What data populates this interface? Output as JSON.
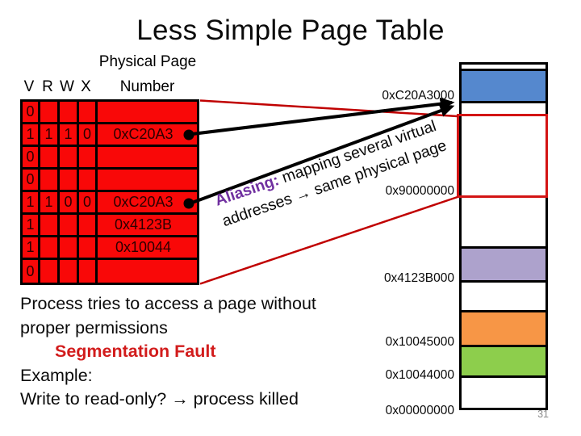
{
  "title": "Less Simple Page Table",
  "page_table": {
    "header_top": "Physical Page",
    "col_headers": [
      "V",
      "R",
      "W",
      "X",
      "Number"
    ],
    "rows": [
      {
        "v": "0",
        "r": "",
        "w": "",
        "x": "",
        "ppn": ""
      },
      {
        "v": "1",
        "r": "1",
        "w": "1",
        "x": "0",
        "ppn": "0xC20A3"
      },
      {
        "v": "0",
        "r": "",
        "w": "",
        "x": "",
        "ppn": ""
      },
      {
        "v": "0",
        "r": "",
        "w": "",
        "x": "",
        "ppn": ""
      },
      {
        "v": "1",
        "r": "1",
        "w": "0",
        "x": "0",
        "ppn": "0xC20A3"
      },
      {
        "v": "1",
        "r": "",
        "w": "",
        "x": "",
        "ppn": "0x4123B"
      },
      {
        "v": "1",
        "r": "",
        "w": "",
        "x": "",
        "ppn": "0x10044"
      },
      {
        "v": "0",
        "r": "",
        "w": "",
        "x": "",
        "ppn": ""
      }
    ]
  },
  "memory": {
    "labels": [
      {
        "text": "0xC20A3000"
      },
      {
        "text": "0x90000000"
      },
      {
        "text": "0x4123B000"
      },
      {
        "text": "0x10045000"
      },
      {
        "text": "0x10044000"
      },
      {
        "text": "0x00000000"
      }
    ],
    "segments": [
      "white-strip",
      "blue-page",
      "free",
      "purple-page",
      "free",
      "orange-page",
      "green-page",
      "free"
    ]
  },
  "aliasing": {
    "label": "Aliasing:",
    "line1_rest": " mapping several virtual",
    "line2": "addresses → same physical page"
  },
  "body": {
    "line1": "Process tries to access a page without",
    "line2": "proper permissions",
    "line3": "Segmentation Fault",
    "line4": "Example:",
    "line5": "Write to read-only? → process killed"
  },
  "page_number": "31",
  "colors": {
    "table_fill": "#f90808",
    "table_line": "#000000",
    "table_text": "#2b0000",
    "block_blue": "#5588ce",
    "block_purple": "#ada2cc",
    "block_orange": "#f79646",
    "block_green": "#8dce4c",
    "lens_line": "#c00000",
    "red_box": "#d31414",
    "seg_fault": "#d21c1c",
    "aliasing_purple": "#7030a0",
    "page_num": "#8c8c8c"
  }
}
